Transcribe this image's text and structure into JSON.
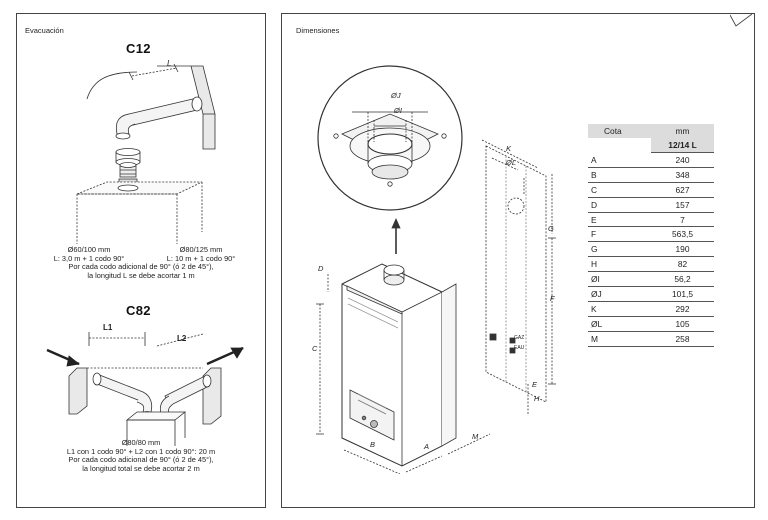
{
  "evacuacion": {
    "section_label": "Evacuación",
    "c12": {
      "title": "C12",
      "label_l": "L",
      "caption_left": [
        "Ø60/100 mm",
        "L: 3,0 m + 1 codo 90°"
      ],
      "caption_right": [
        "Ø80/125 mm",
        "L: 10 m + 1 codo 90°"
      ],
      "caption_note": [
        "Por cada codo adicional de 90° (ó 2 de 45°),",
        "la longitud L se debe acortar 1 m"
      ]
    },
    "c82": {
      "title": "C82",
      "label_l1": "L1",
      "label_l2": "L2",
      "caption": [
        "Ø80/80 mm",
        "L1 con 1 codo 90° + L2 con 1 codo 90°: 20 m",
        "Por cada codo adicional de 90° (ó 2 de 45°),",
        "la longitud total se debe acortar 2 m"
      ]
    }
  },
  "dimensiones": {
    "section_label": "Dimensiones",
    "drawing_labels": {
      "oj": "ØJ",
      "oi": "ØI",
      "k": "K",
      "ol": "ØL",
      "a": "A",
      "b": "B",
      "c": "C",
      "d": "D",
      "e": "E",
      "f": "F",
      "g": "G",
      "h": "H",
      "m": "M",
      "gaz": "GAZ",
      "eau": "EAU"
    },
    "table": {
      "col_cota": "Cota",
      "col_mm": "mm",
      "subheader": "12/14 L",
      "rows": [
        {
          "cota": "A",
          "mm": "240"
        },
        {
          "cota": "B",
          "mm": "348"
        },
        {
          "cota": "C",
          "mm": "627"
        },
        {
          "cota": "D",
          "mm": "157"
        },
        {
          "cota": "E",
          "mm": "7"
        },
        {
          "cota": "F",
          "mm": "563,5"
        },
        {
          "cota": "G",
          "mm": "190"
        },
        {
          "cota": "H",
          "mm": "82"
        },
        {
          "cota": "ØI",
          "mm": "56,2"
        },
        {
          "cota": "ØJ",
          "mm": "101,5"
        },
        {
          "cota": "K",
          "mm": "292"
        },
        {
          "cota": "ØL",
          "mm": "105"
        },
        {
          "cota": "M",
          "mm": "258"
        }
      ]
    }
  }
}
